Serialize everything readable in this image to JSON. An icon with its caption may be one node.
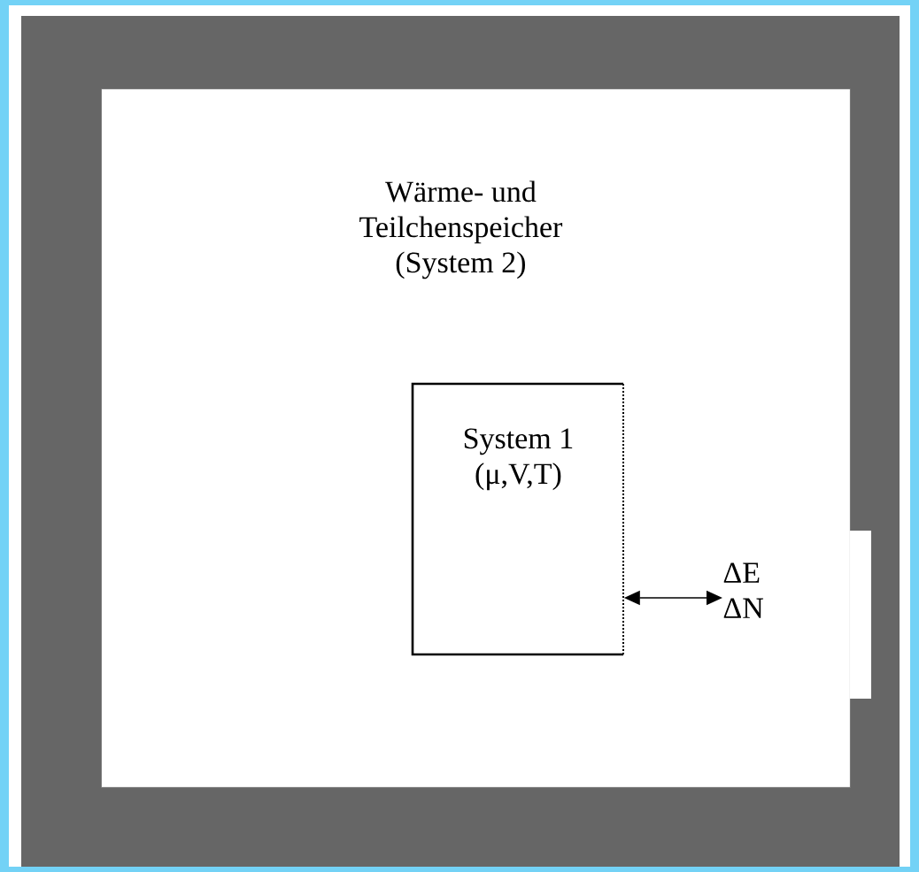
{
  "diagram": {
    "nodes": [
      {
        "text": [
          "Wärme- und Teilchenspeicher (System 2)"
        ]
      },
      {
        "text": [
          "System 1 (μ,V,T)"
        ],
        "in": 0
      },
      {
        "text": [
          "ΔE ΔN"
        ],
        "in": 0
      }
    ],
    "edges": [
      {
        "from": 1,
        "to": 2,
        "arrow": "both"
      }
    ]
  }
}
